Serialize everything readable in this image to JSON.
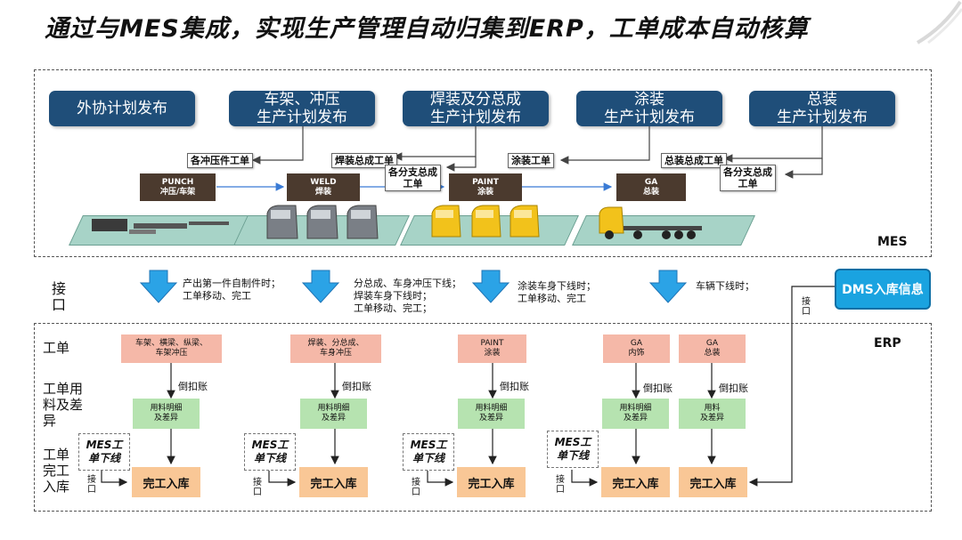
{
  "title": "通过与MES集成，实现生产管理自动归集到ERP，工单成本自动核算",
  "mes_label": "MES",
  "erp_label": "ERP",
  "interface_label": "接\n口",
  "plans": [
    {
      "text": "外协计划发布"
    },
    {
      "text": "车架、冲压\n生产计划发布"
    },
    {
      "text": "焊装及分总成\n生产计划发布"
    },
    {
      "text": "涂装\n生产计划发布"
    },
    {
      "text": "总装\n生产计划发布"
    }
  ],
  "work_order_tags": {
    "stamping": "各冲压件工单",
    "weld_assembly": "焊装总成工单",
    "sub_assembly_1": "各分支总成\n工单",
    "paint": "涂装工单",
    "final_assembly": "总装总成工单",
    "sub_assembly_2": "各分支总成\n工单"
  },
  "stations": [
    {
      "en": "PUNCH",
      "cn": "冲压/车架"
    },
    {
      "en": "WELD",
      "cn": "焊装"
    },
    {
      "en": "PAINT",
      "cn": "涂装"
    },
    {
      "en": "GA",
      "cn": "总装"
    }
  ],
  "trigger_notes": [
    "产出第一件自制件时；\n工单移动、完工",
    "分总成、车身冲压下线；\n焊装车身下线时；\n工单移动、完工；",
    "涂装车身下线时；\n工单移动、完工",
    "车辆下线时；"
  ],
  "dms": "DMS入库信息",
  "dms_interface": "接\n口",
  "erp_rows": {
    "work_order": "工单",
    "material_variance": "工单用\n料及差\n异",
    "completion": "工单\n完工\n入库"
  },
  "erp_work_orders": [
    "车架、横梁、纵梁、\n车架冲压",
    "焊装、分总成、\n车身冲压",
    "PAINT\n涂装",
    "GA\n内饰",
    "GA\n总装"
  ],
  "backflush": "倒扣账",
  "material_boxes": [
    "用料明细\n及差异",
    "用料明细\n及差异",
    "用料明细\n及差异",
    "用料明细\n及差异",
    "用料\n及差异"
  ],
  "mes_orders": "MES工\n单下线",
  "erp_interface": "接\n口",
  "completion_box": "完工入库"
}
